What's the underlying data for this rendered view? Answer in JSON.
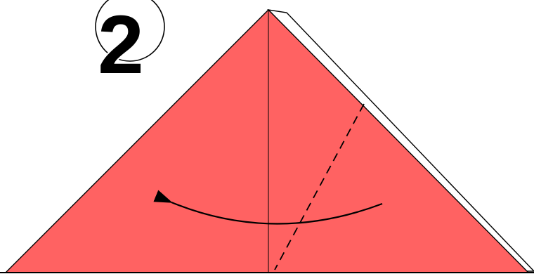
{
  "step": {
    "number": "2"
  },
  "colors": {
    "paper_front": "#ff6262",
    "paper_back": "#ffffff",
    "outline": "#000000",
    "background": "#ffffff"
  },
  "annotations": {
    "fold_line_style": "dashed valley fold",
    "arrow_direction": "right-to-left"
  }
}
